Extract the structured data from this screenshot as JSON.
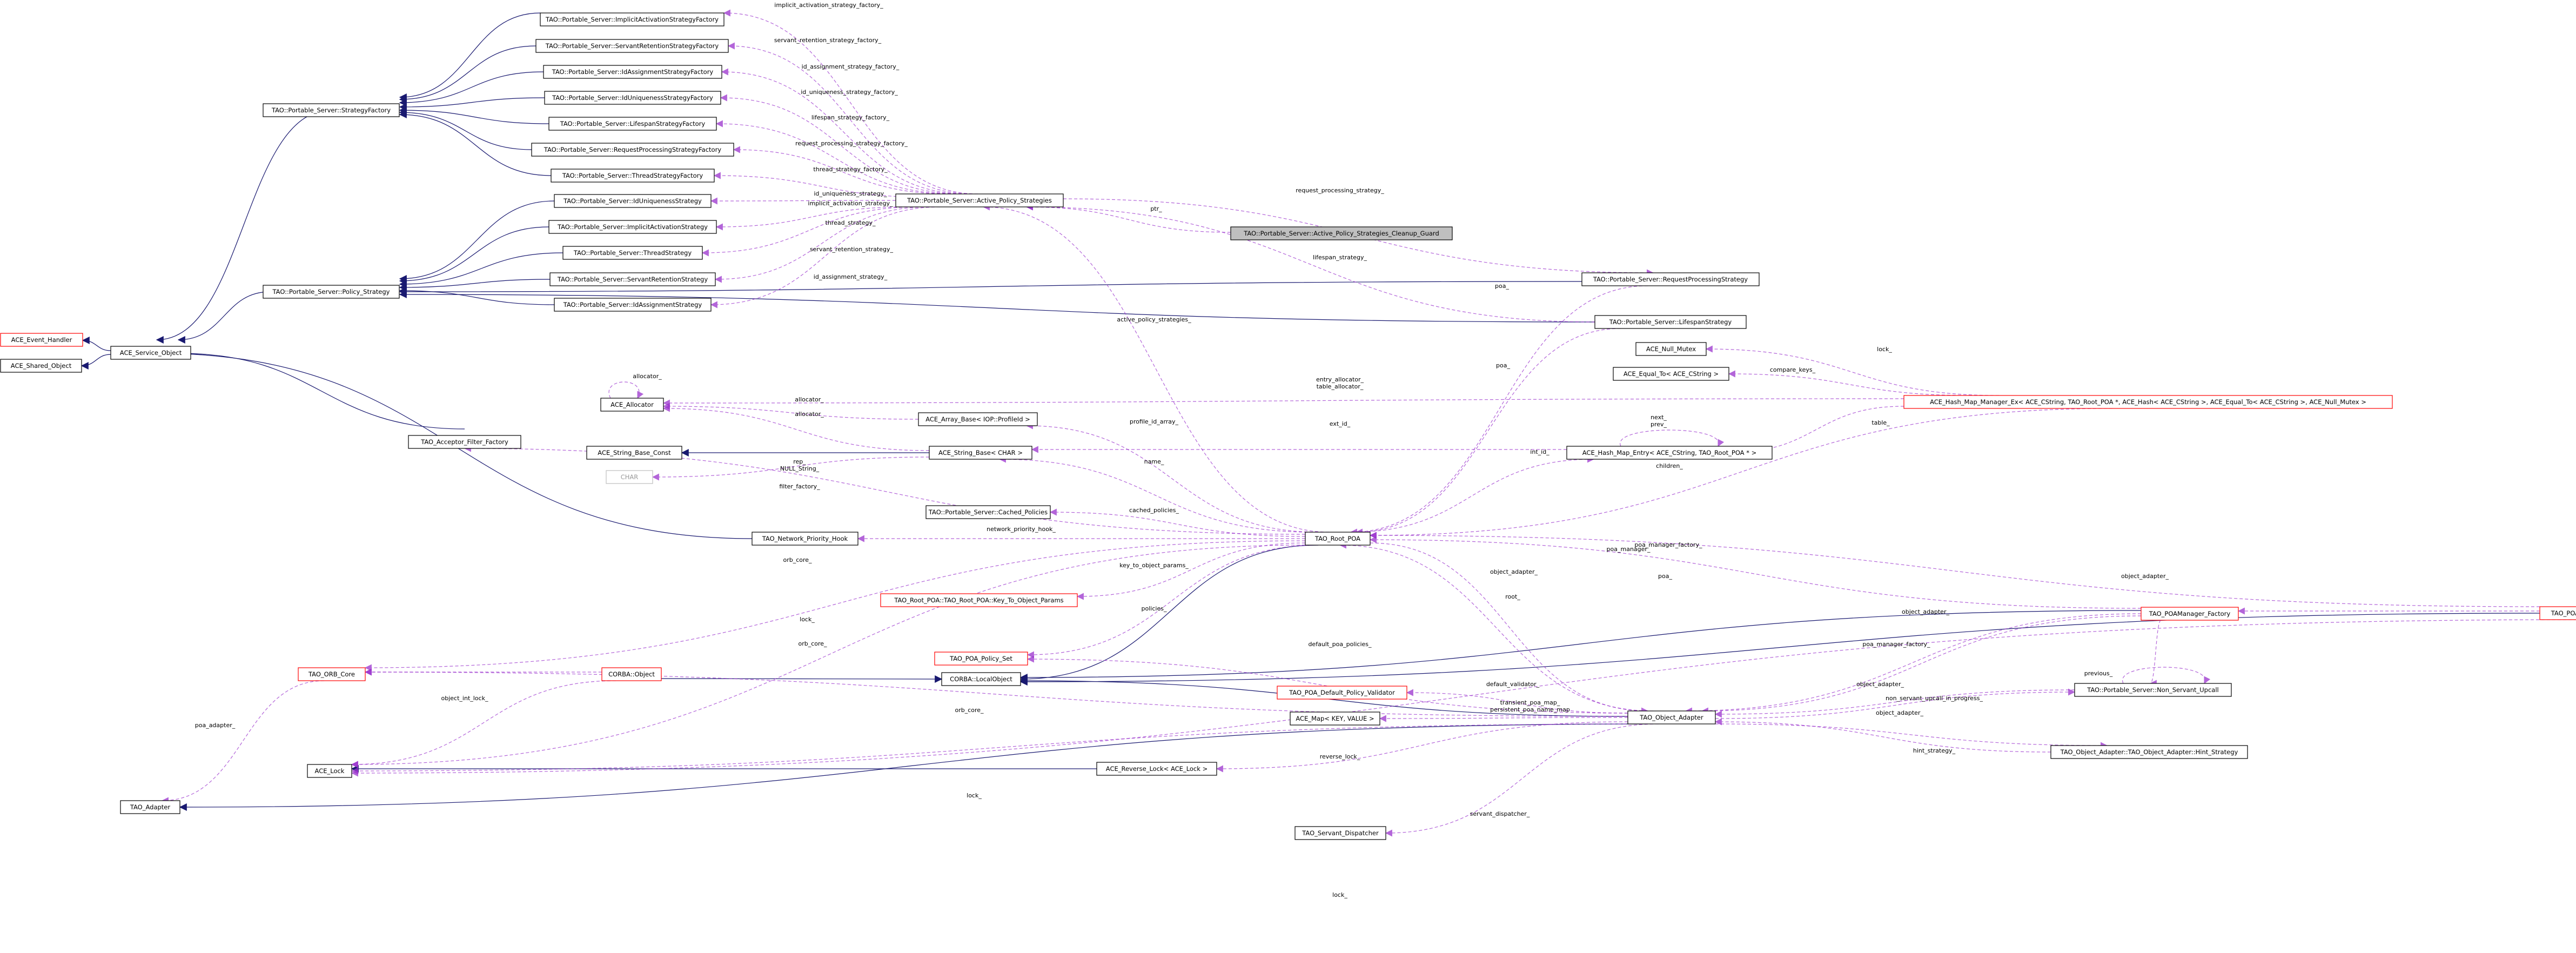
{
  "nodes": [
    {
      "id": "iafac",
      "label": "TAO::Portable_Server::ImplicitActivationStrategyFactory"
    },
    {
      "id": "srfac",
      "label": "TAO::Portable_Server::ServantRetentionStrategyFactory"
    },
    {
      "id": "idafac",
      "label": "TAO::Portable_Server::IdAssignmentStrategyFactory"
    },
    {
      "id": "idufac",
      "label": "TAO::Portable_Server::IdUniquenessStrategyFactory"
    },
    {
      "id": "lsfac",
      "label": "TAO::Portable_Server::LifespanStrategyFactory"
    },
    {
      "id": "rpfac",
      "label": "TAO::Portable_Server::RequestProcessingStrategyFactory"
    },
    {
      "id": "thfac",
      "label": "TAO::Portable_Server::ThreadStrategyFactory"
    },
    {
      "id": "stfac",
      "label": "TAO::Portable_Server::StrategyFactory"
    },
    {
      "id": "idus",
      "label": "TAO::Portable_Server::IdUniquenessStrategy"
    },
    {
      "id": "ias",
      "label": "TAO::Portable_Server::ImplicitActivationStrategy"
    },
    {
      "id": "ths",
      "label": "TAO::Portable_Server::ThreadStrategy"
    },
    {
      "id": "srs",
      "label": "TAO::Portable_Server::ServantRetentionStrategy"
    },
    {
      "id": "idas",
      "label": "TAO::Portable_Server::IdAssignmentStrategy"
    },
    {
      "id": "pols",
      "label": "TAO::Portable_Server::Policy_Strategy"
    },
    {
      "id": "aps",
      "label": "TAO::Portable_Server::Active_Policy_Strategies"
    },
    {
      "id": "apsc",
      "label": "TAO::Portable_Server::Active_Policy_Strategies_Cleanup_Guard"
    },
    {
      "id": "rps",
      "label": "TAO::Portable_Server::RequestProcessingStrategy"
    },
    {
      "id": "lss",
      "label": "TAO::Portable_Server::LifespanStrategy"
    },
    {
      "id": "evh",
      "label": "ACE_Event_Handler"
    },
    {
      "id": "svcobj",
      "label": "ACE_Service_Object"
    },
    {
      "id": "shobj",
      "label": "ACE_Shared_Object"
    },
    {
      "id": "nullmx",
      "label": "ACE_Null_Mutex"
    },
    {
      "id": "eqto",
      "label": "ACE_Equal_To< ACE_CString >"
    },
    {
      "id": "hmme",
      "label": "ACE_Hash_Map_Manager_Ex< ACE_CString, TAO_Root_POA *, ACE_Hash< ACE_CString >, ACE_Equal_To< ACE_CString >, ACE_Null_Mutex >"
    },
    {
      "id": "alloc",
      "label": "ACE_Allocator"
    },
    {
      "id": "arrbase",
      "label": "ACE_Array_Base< IOP::ProfileId >"
    },
    {
      "id": "hme",
      "label": "ACE_Hash_Map_Entry< ACE_CString, TAO_Root_POA * >"
    },
    {
      "id": "strbc",
      "label": "ACE_String_Base_Const"
    },
    {
      "id": "strb",
      "label": "ACE_String_Base< CHAR >"
    },
    {
      "id": "char",
      "label": "CHAR"
    },
    {
      "id": "acceptf",
      "label": "TAO_Acceptor_Filter_Factory"
    },
    {
      "id": "cachedp",
      "label": "TAO::Portable_Server::Cached_Policies"
    },
    {
      "id": "netph",
      "label": "TAO_Network_Priority_Hook"
    },
    {
      "id": "rootpoa",
      "label": "TAO_Root_POA"
    },
    {
      "id": "keytoop",
      "label": "TAO_Root_POA::TAO_Root_POA::Key_To_Object_Params"
    },
    {
      "id": "poamgr",
      "label": "TAO_POA_Manager"
    },
    {
      "id": "poamgrf",
      "label": "TAO_POAManager_Factory"
    },
    {
      "id": "orbcore",
      "label": "TAO_ORB_Core"
    },
    {
      "id": "corbaobj",
      "label": "CORBA::Object"
    },
    {
      "id": "polset",
      "label": "TAO_POA_Policy_Set"
    },
    {
      "id": "localobj",
      "label": "CORBA::LocalObject"
    },
    {
      "id": "nsu",
      "label": "TAO::Portable_Server::Non_Servant_Upcall"
    },
    {
      "id": "defpv",
      "label": "TAO_POA_Default_Policy_Validator"
    },
    {
      "id": "acemap",
      "label": "ACE_Map< KEY, VALUE >"
    },
    {
      "id": "objad",
      "label": "TAO_Object_Adapter"
    },
    {
      "id": "hints",
      "label": "TAO_Object_Adapter::TAO_Object_Adapter::Hint_Strategy"
    },
    {
      "id": "acelock",
      "label": "ACE_Lock"
    },
    {
      "id": "revlock",
      "label": "ACE_Reverse_Lock< ACE_Lock >"
    },
    {
      "id": "adapter",
      "label": "TAO_Adapter"
    },
    {
      "id": "servdisp",
      "label": "TAO_Servant_Dispatcher"
    }
  ],
  "edge_labels": [
    "implicit_activation_strategy_factory_",
    "servant_retention_strategy_factory_",
    "id_assignment_strategy_factory_",
    "id_uniqueness_strategy_factory_",
    "lifespan_strategy_factory_",
    "request_processing_strategy_factory_",
    "thread_strategy_factory_",
    "id_uniqueness_strategy_",
    "implicit_activation_strategy_",
    "thread_strategy_",
    "servant_retention_strategy_",
    "id_assignment_strategy_",
    "request_processing_strategy_",
    "ptr_",
    "lifespan_strategy_",
    "poa_",
    "active_policy_strategies_",
    "poa_",
    "lock_",
    "compare_keys_",
    "entry_allocator_\ntable_allocator_",
    "allocator_",
    "allocator_",
    "allocator_",
    "profile_id_array_",
    "ext_id_",
    "int_id_",
    "next_\nprev_",
    "table_",
    "children_",
    "rep_\nNULL_String_",
    "name_",
    "filter_factory_",
    "cached_policies_",
    "network_priority_hook_",
    "orb_core_",
    "poa_manager_",
    "key_to_object_params_",
    "poa_manager_factory_",
    "object_adapter_",
    "lock_",
    "policies_",
    "poa_",
    "object_adapter_",
    "orb_core_",
    "default_poa_policies_",
    "root_",
    "object_adapter_",
    "poa_manager_factory_",
    "previous_",
    "object_int_lock_",
    "default_validator_",
    "transient_poa_map_\npersistent_poa_name_map",
    "orb_core_",
    "object_adapter_",
    "non_servant_upcall_in_progress_",
    "object_adapter_",
    "reverse_lock_",
    "hint_strategy_",
    "lock_",
    "poa_adapter_",
    "servant_dispatcher_",
    "lock_"
  ]
}
